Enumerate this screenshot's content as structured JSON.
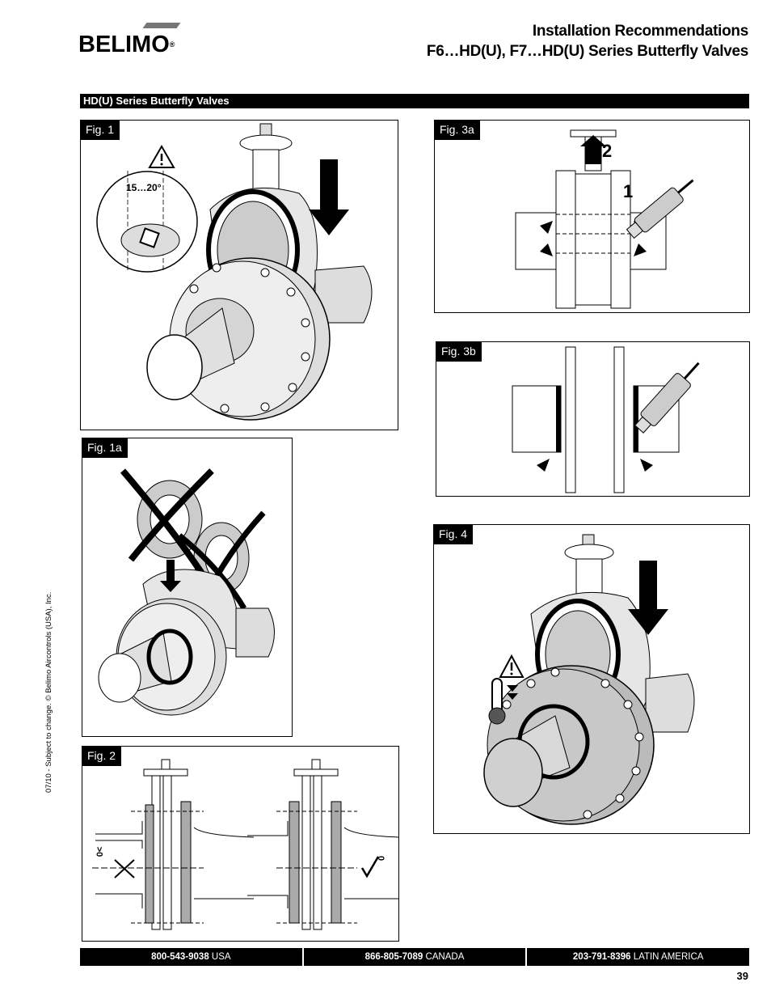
{
  "header": {
    "brand": "BELIMO",
    "brand_mark": "®",
    "title_line1": "Installation Recommendations",
    "title_line2": "F6…HD(U), F7…HD(U) Series Butterfly Valves"
  },
  "section": {
    "title": "HD(U) Series Butterfly Valves"
  },
  "figures": {
    "fig1": {
      "label": "Fig. 1",
      "angle_text": "15…20°"
    },
    "fig1a": {
      "label": "Fig. 1a"
    },
    "fig2": {
      "label": "Fig. 2",
      "left_marker": ">0",
      "right_marker": "0"
    },
    "fig3a": {
      "label": "Fig. 3a",
      "step1": "1",
      "step2": "2"
    },
    "fig3b": {
      "label": "Fig. 3b"
    },
    "fig4": {
      "label": "Fig. 4"
    }
  },
  "side_note": "07/10 - Subject to change. © Belimo Aircontrols (USA), Inc.",
  "footer": [
    {
      "number": "800-543-9038",
      "region": "USA"
    },
    {
      "number": "866-805-7089",
      "region": "CANADA"
    },
    {
      "number": "203-791-8396",
      "region": "LATIN AMERICA"
    }
  ],
  "page_number": "39"
}
